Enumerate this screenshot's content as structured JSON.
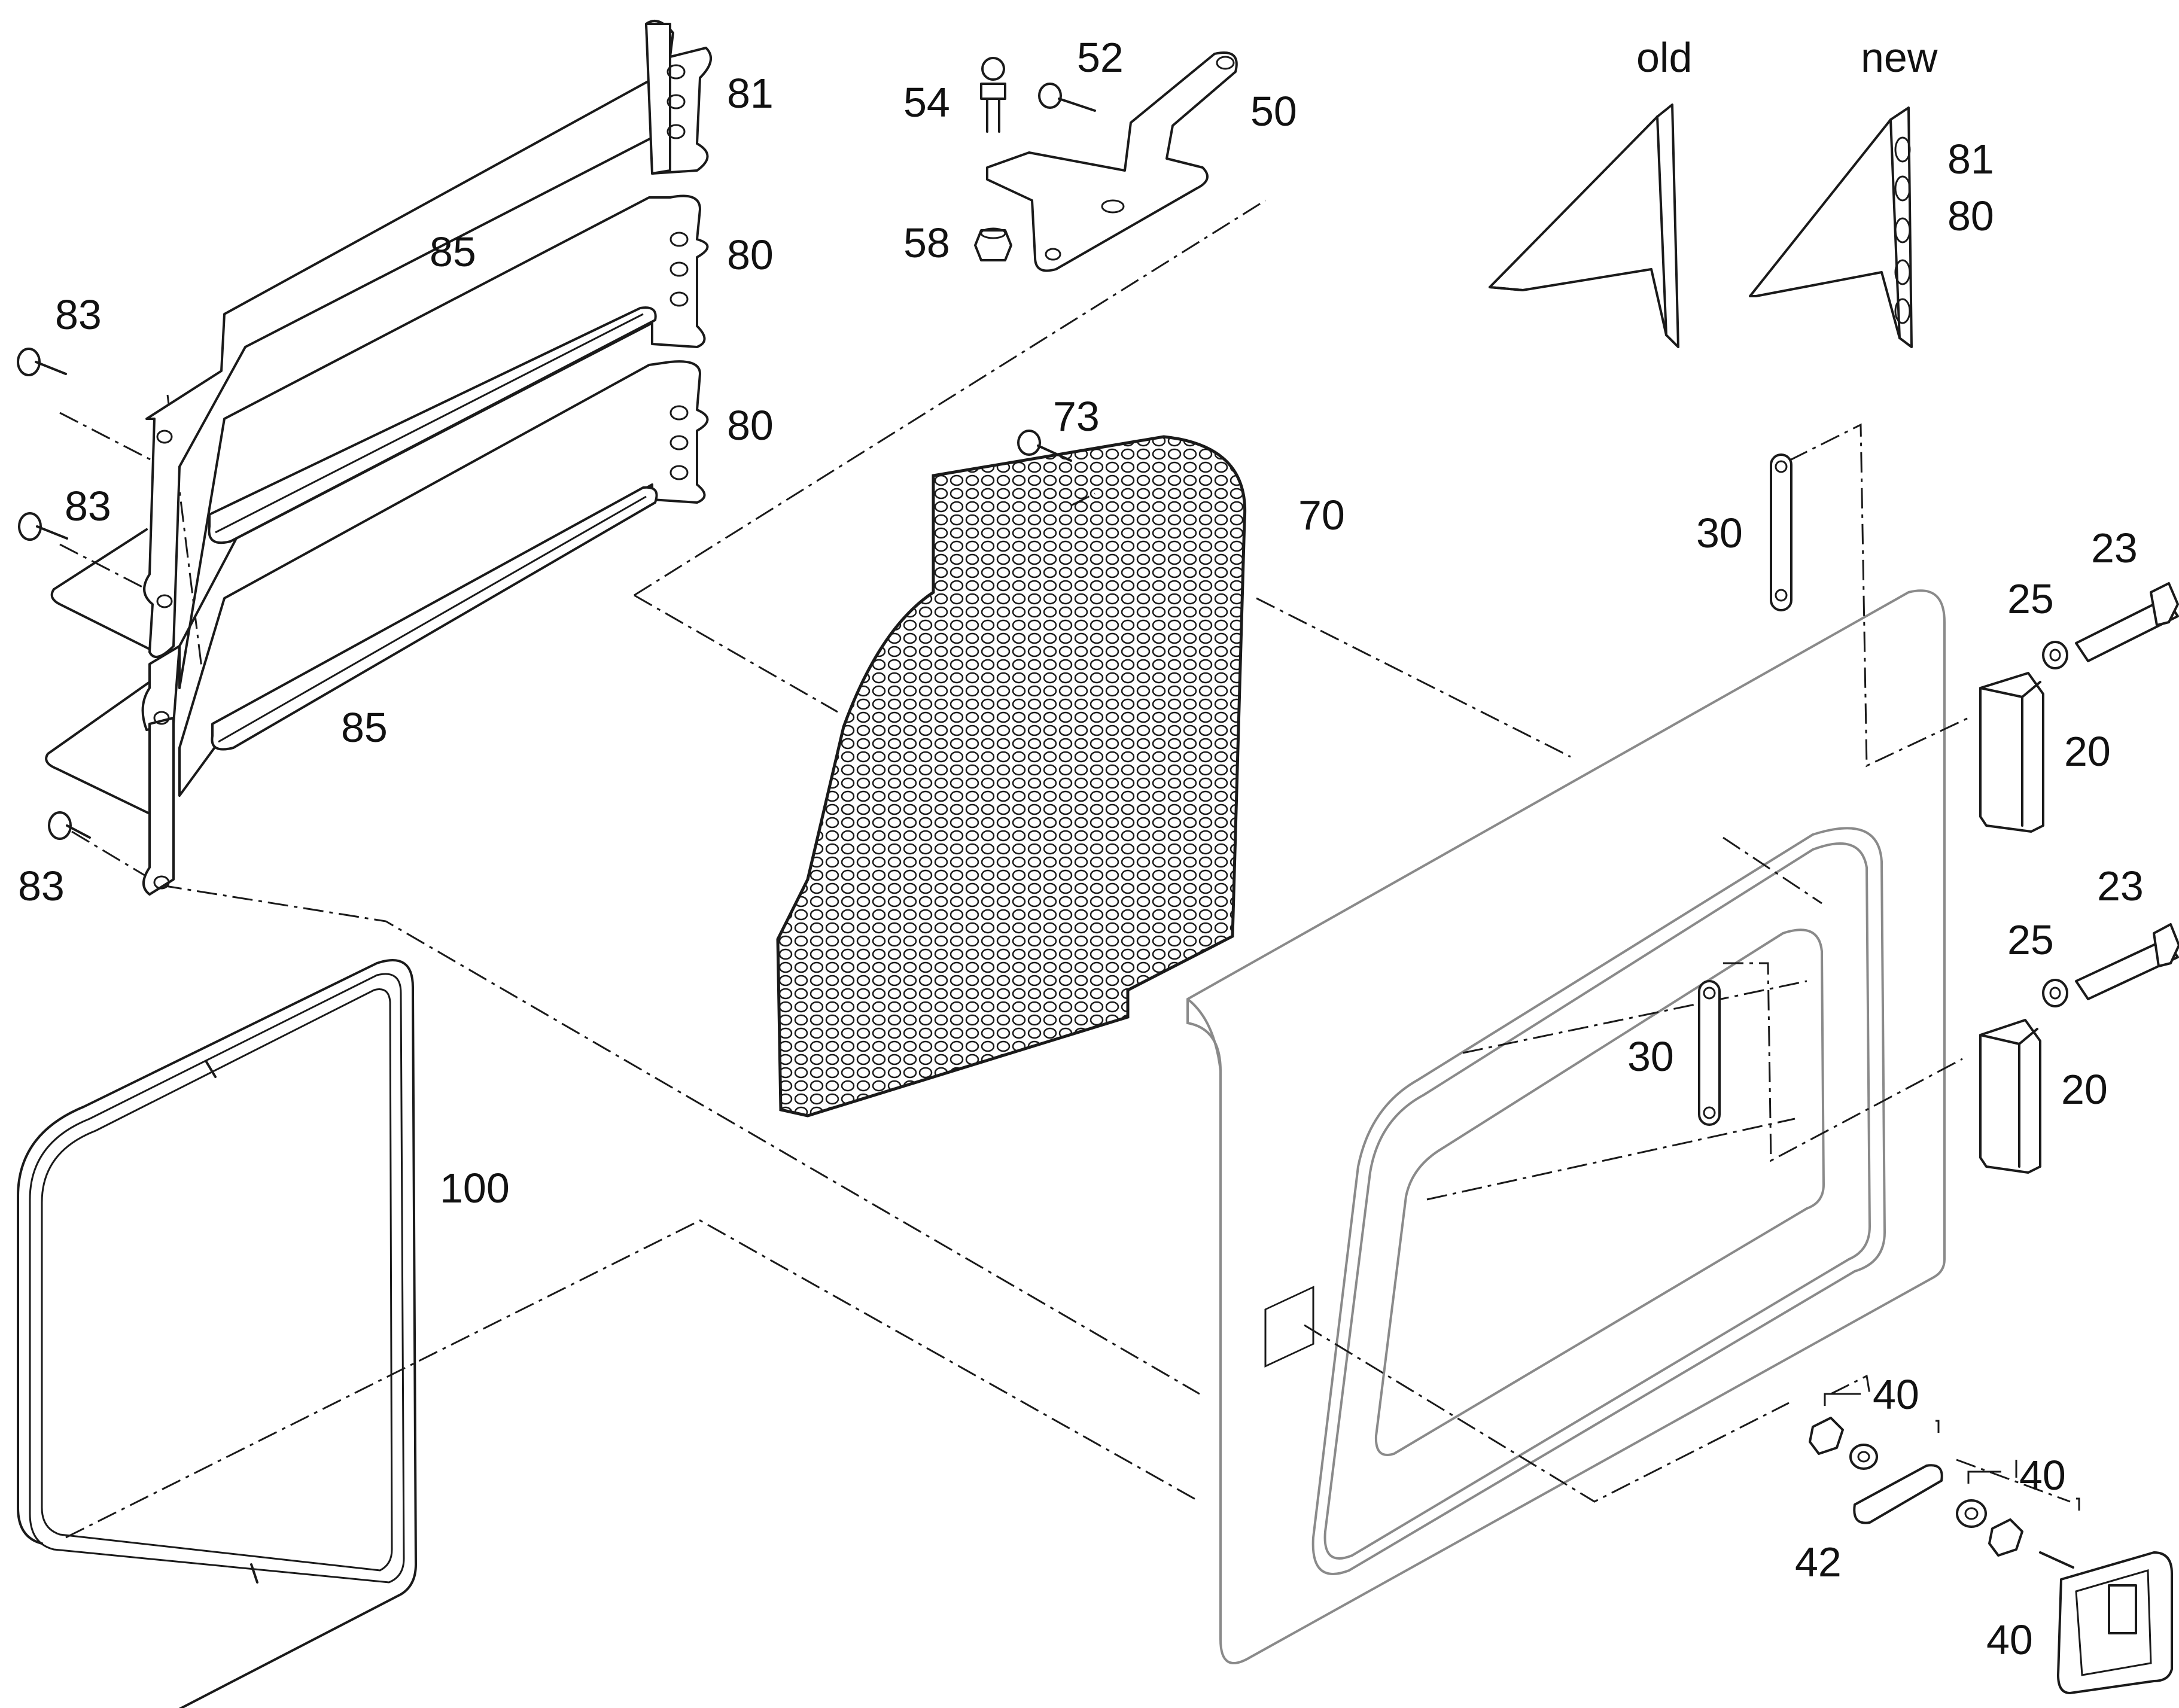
{
  "callouts": {
    "c81a": "81",
    "c80a": "80",
    "c80b": "80",
    "c85a": "85",
    "c85b": "85",
    "c83a": "83",
    "c83b": "83",
    "c83c": "83",
    "c54": "54",
    "c52": "52",
    "c50": "50",
    "c58": "58",
    "c73": "73",
    "c70": "70",
    "c100": "100",
    "cold": "old",
    "cnew": "new",
    "c81b": "81",
    "c80c": "80",
    "c30a": "30",
    "c30b": "30",
    "c23a": "23",
    "c25a": "25",
    "c20a": "20",
    "c23b": "23",
    "c25b": "25",
    "c20b": "20",
    "c40a": "40",
    "c40b": "40",
    "c40c": "40",
    "c42": "42"
  },
  "colors": {
    "line": "#1a1a1a",
    "door_panel": "#8a8a8a",
    "background": "#ffffff"
  }
}
